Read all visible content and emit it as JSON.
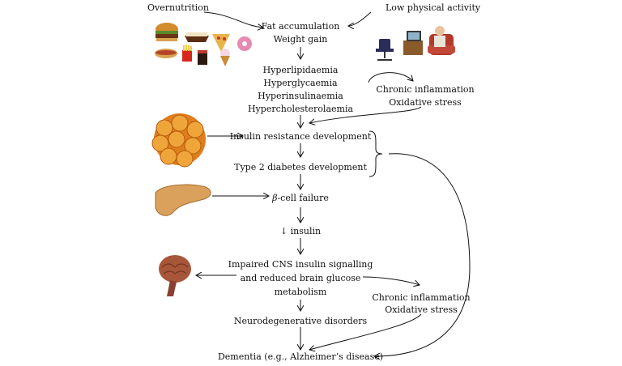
{
  "labels": {
    "overnutrition": "Overnutrition",
    "low_physical_activity": "Low physical activity",
    "fat_accumulation": "Fat accumulation",
    "weight_gain": "Weight gain",
    "hyperlipidaemia": "Hyperlipidaemia",
    "hyperglycaemia": "Hyperglycaemia",
    "hyperinsulinaemia": "Hyperinsulinaemia",
    "hypercholesterolaemia": "Hypercholesterolaemia",
    "chronic_inflammation_1": "Chronic inflammation",
    "oxidative_stress_1": "Oxidative stress",
    "insulin_resistance": "Insulin resistance development",
    "type2_diabetes": "Type 2 diabetes development",
    "beta_symbol": "β",
    "beta_cell_failure": "-cell failure",
    "down_insulin": "↓ insulin",
    "impaired_cns_1": "Impaired CNS insulin signalling",
    "impaired_cns_2": "and reduced brain glucose",
    "impaired_cns_3": "metabolism",
    "chronic_inflammation_2": "Chronic inflammation",
    "oxidative_stress_2": "Oxidative stress",
    "neurodegenerative": "Neurodegenerative disorders",
    "dementia": "Dementia (e.g., Alzheimer’s disease)"
  },
  "icons": {
    "junk_food": "junk-food-illustration",
    "sedentary": "sedentary-lifestyle-illustration",
    "fat_cells": "adipocytes-illustration",
    "pancreas": "pancreas-illustration",
    "brain": "brain-illustration"
  }
}
